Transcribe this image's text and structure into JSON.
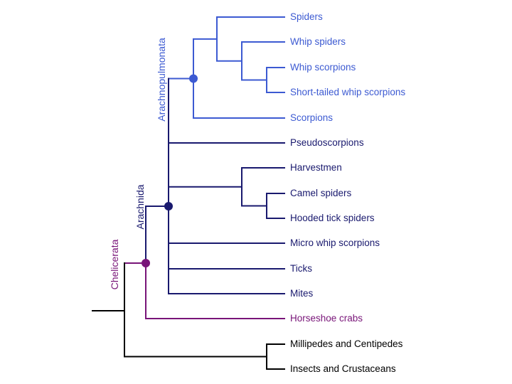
{
  "diagram": {
    "type": "cladogram",
    "clades": [
      {
        "id": "arachnopulmonata",
        "label": "Arachnopulmonata",
        "color": "#3c5ad2"
      },
      {
        "id": "arachnida",
        "label": "Arachnida",
        "color": "#19196e"
      },
      {
        "id": "chelicerata",
        "label": "Chelicerata",
        "color": "#781478"
      }
    ],
    "taxa": [
      {
        "label": "Spiders",
        "clade": "arachnopulmonata",
        "color": "#3c5ad2"
      },
      {
        "label": "Whip spiders",
        "clade": "arachnopulmonata",
        "color": "#3c5ad2"
      },
      {
        "label": "Whip scorpions",
        "clade": "arachnopulmonata",
        "color": "#3c5ad2"
      },
      {
        "label": "Short-tailed whip scorpions",
        "clade": "arachnopulmonata",
        "color": "#3c5ad2"
      },
      {
        "label": "Scorpions",
        "clade": "arachnopulmonata",
        "color": "#3c5ad2"
      },
      {
        "label": "Pseudoscorpions",
        "clade": "arachnida",
        "color": "#19196e"
      },
      {
        "label": "Harvestmen",
        "clade": "arachnida",
        "color": "#19196e"
      },
      {
        "label": "Camel spiders",
        "clade": "arachnida",
        "color": "#19196e"
      },
      {
        "label": "Hooded tick spiders",
        "clade": "arachnida",
        "color": "#19196e"
      },
      {
        "label": "Micro whip scorpions",
        "clade": "arachnida",
        "color": "#19196e"
      },
      {
        "label": "Ticks",
        "clade": "arachnida",
        "color": "#19196e"
      },
      {
        "label": "Mites",
        "clade": "arachnida",
        "color": "#19196e"
      },
      {
        "label": "Horseshoe crabs",
        "clade": "chelicerata",
        "color": "#781478"
      },
      {
        "label": "Millipedes and Centipedes",
        "clade": "outgroup",
        "color": "#000000"
      },
      {
        "label": "Insects and Crustaceans",
        "clade": "outgroup",
        "color": "#000000"
      }
    ],
    "colors": {
      "arachnopulmonata": "#3c5ad2",
      "arachnida": "#19196e",
      "chelicerata": "#781478",
      "outgroup": "#000000",
      "background": "#ffffff"
    },
    "topology": "(((((Spiders,(Whip spiders,(Whip scorpions,Short-tailed whip scorpions))),Scorpions)Arachnopulmonata,Pseudoscorpions,(Harvestmen,(Camel spiders,Hooded tick spiders)),Micro whip scorpions,Ticks,Mites)Arachnida,Horseshoe crabs)Chelicerata,(Millipedes and Centipedes,Insects and Crustaceans));"
  }
}
